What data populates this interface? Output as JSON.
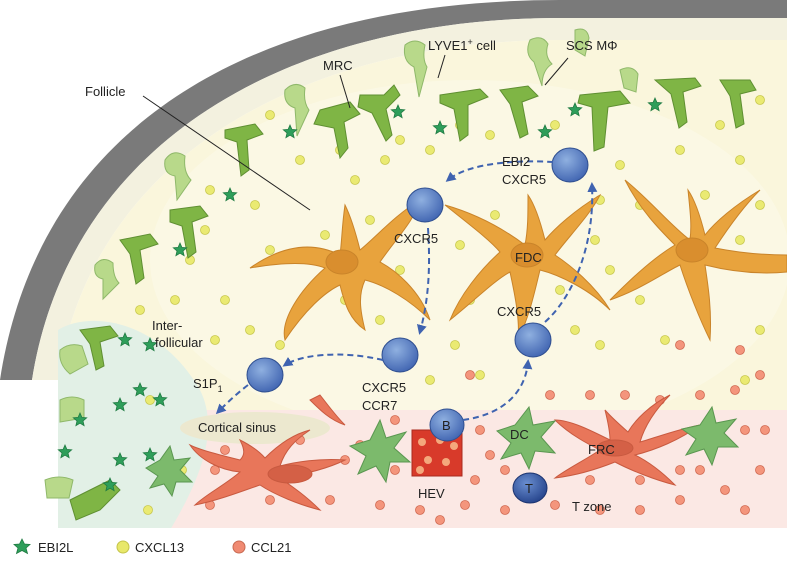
{
  "labels": {
    "follicle": "Follicle",
    "mrc": "MRC",
    "lyve1_cell": "LYVE1",
    "lyve1_sup": "+",
    "lyve1_suffix": " cell",
    "scs_macrophage": "SCS MΦ",
    "ebi2": "EBI2",
    "cxcr5_a": "CXCR5",
    "cxcr5_b": "CXCR5",
    "cxcr5_c": "CXCR5",
    "cxcr5_d": "CXCR5",
    "ccr7": "CCR7",
    "fdc": "FDC",
    "interfollicular_1": "Inter-",
    "interfollicular_2": "follicular",
    "s1p": "S1P",
    "s1p_sub": "1",
    "cortical_sinus": "Cortical sinus",
    "b_cell": "B",
    "dc": "DC",
    "frc": "FRC",
    "hev": "HEV",
    "t_cell": "T",
    "t_zone": "T zone"
  },
  "legend": [
    {
      "name": "EBI2L",
      "color": "#2e9e5a"
    },
    {
      "name": "CXCL13",
      "color": "#e8e86a"
    },
    {
      "name": "CCL21",
      "color": "#f08a72"
    }
  ],
  "colors": {
    "capsule": "#7a7a7a",
    "follicle_fill": "#faf6dc",
    "tzone_fill": "#fbe8e4",
    "interfollicular_fill": "#e2f0e6",
    "mrc": "#7fb545",
    "lyve1": "#b8d98a",
    "fdc": "#e8a33d",
    "frc": "#e8765a",
    "b_cell": "#5a84c4",
    "dc": "#7cba6c",
    "hev": "#d83a2a",
    "t_cell": "#3a5ea8",
    "arrow": "#3f63b0"
  }
}
